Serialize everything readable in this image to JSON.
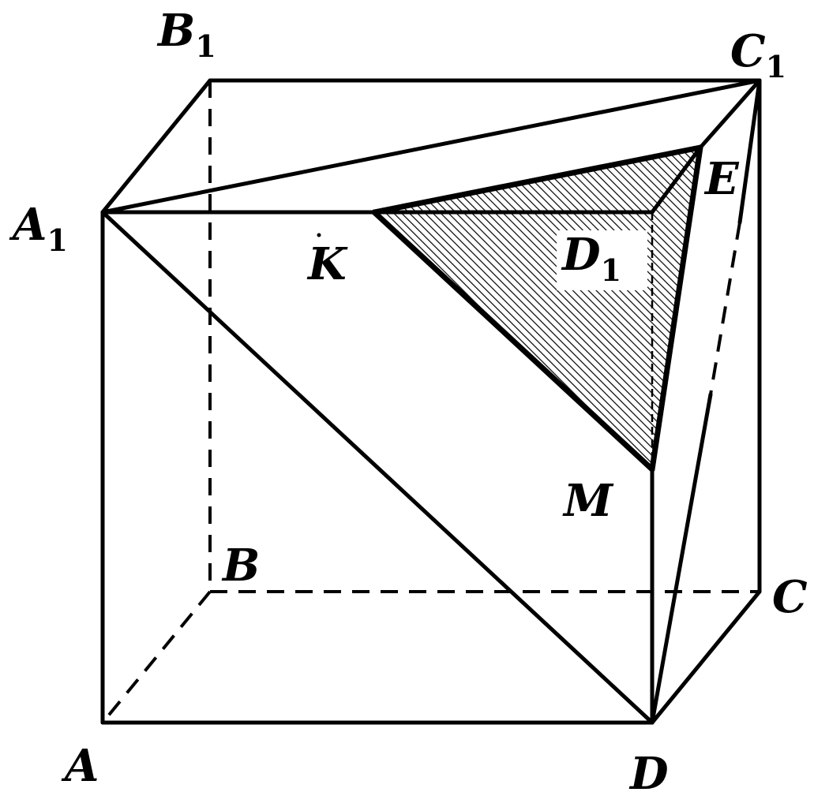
{
  "figure": {
    "stroke_color": "#000000",
    "fill_color": "#ffffff",
    "vertices": [
      {
        "id": "A",
        "letter": "A",
        "subscript": ""
      },
      {
        "id": "B",
        "letter": "B",
        "subscript": ""
      },
      {
        "id": "C",
        "letter": "C",
        "subscript": ""
      },
      {
        "id": "D",
        "letter": "D",
        "subscript": ""
      },
      {
        "id": "A1",
        "letter": "A",
        "subscript": "1"
      },
      {
        "id": "B1",
        "letter": "B",
        "subscript": "1"
      },
      {
        "id": "C1",
        "letter": "C",
        "subscript": "1"
      },
      {
        "id": "D1",
        "letter": "D",
        "subscript": "1"
      },
      {
        "id": "K",
        "letter": "K",
        "subscript": ""
      },
      {
        "id": "E",
        "letter": "E",
        "subscript": ""
      },
      {
        "id": "M",
        "letter": "M",
        "subscript": ""
      }
    ]
  }
}
